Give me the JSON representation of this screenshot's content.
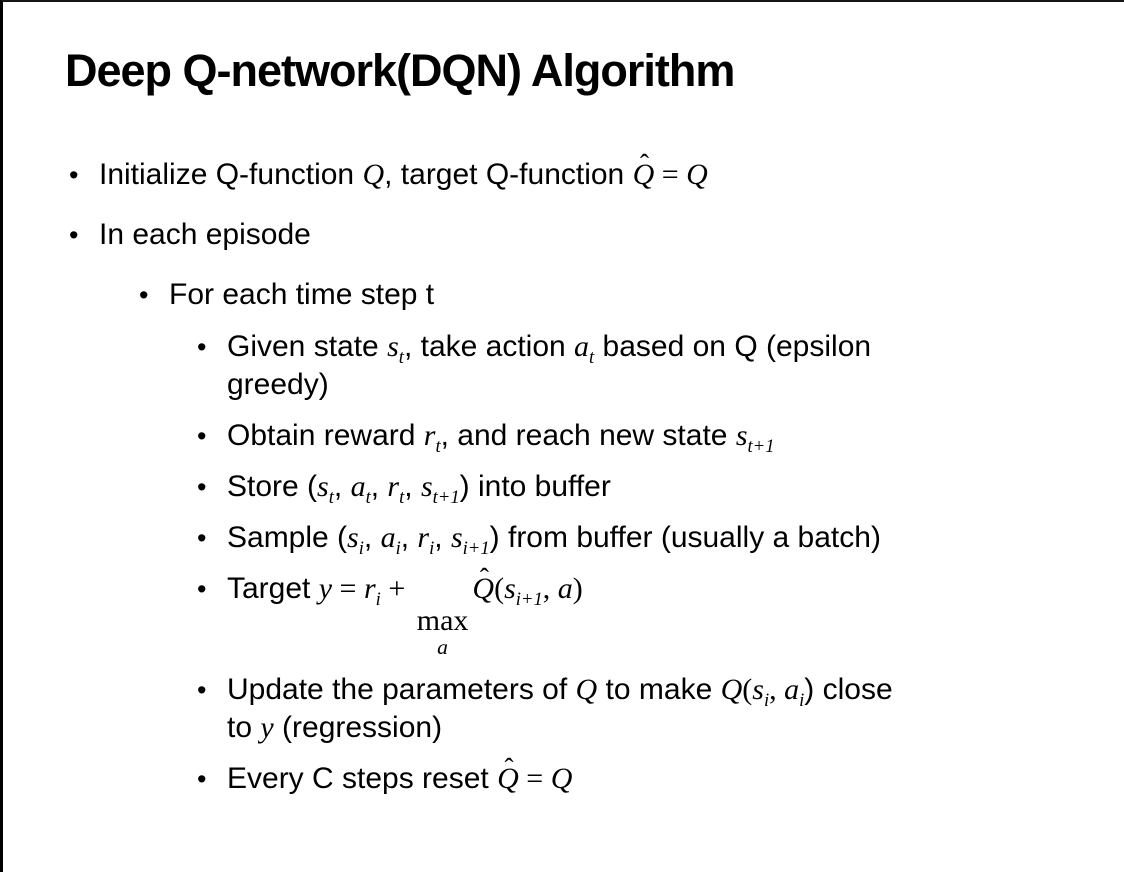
{
  "slide": {
    "title": "Deep Q-network(DQN) Algorithm",
    "bullet_char": "•",
    "hat": "ˆ",
    "bullets": [
      {
        "level": 1,
        "runs": [
          "Initialize Q-function ",
          "Q",
          ", target Q-function ",
          "Q",
          " = ",
          "Q"
        ]
      },
      {
        "level": 1,
        "runs": [
          "In each episode"
        ]
      },
      {
        "level": 2,
        "runs": [
          "For each time step t"
        ]
      },
      {
        "level": 3,
        "runs": [
          "Given state ",
          "s",
          "t",
          ", take action ",
          "a",
          "t",
          " based on Q (epsilon",
          "greedy)"
        ]
      },
      {
        "level": 3,
        "runs": [
          "Obtain reward ",
          "r",
          "t",
          ", and reach new state ",
          "s",
          "t+1"
        ]
      },
      {
        "level": 3,
        "runs": [
          "Store (",
          "s",
          "t",
          ", ",
          "a",
          "t",
          ", ",
          "r",
          "t",
          ", ",
          "s",
          "t+1",
          ") into buffer"
        ]
      },
      {
        "level": 3,
        "runs": [
          "Sample (",
          "s",
          "i",
          ", ",
          "a",
          "i",
          ", ",
          "r",
          "i",
          ", ",
          "s",
          "i+1",
          ") from buffer (usually a batch)"
        ]
      },
      {
        "level": 3,
        "runs": [
          "Target ",
          "y",
          " = ",
          "r",
          "i",
          " + ",
          "max",
          "a",
          "Q",
          "(",
          "s",
          "i+1",
          ", ",
          "a",
          ")"
        ]
      },
      {
        "level": 3,
        "runs": [
          "Update the parameters of ",
          "Q",
          " to make ",
          "Q",
          "(",
          "s",
          "i",
          ", ",
          "a",
          "i",
          ") close",
          "to ",
          "y",
          " (regression)"
        ]
      },
      {
        "level": 3,
        "runs": [
          "Every C steps reset ",
          "Q",
          " = ",
          "Q"
        ]
      }
    ]
  }
}
